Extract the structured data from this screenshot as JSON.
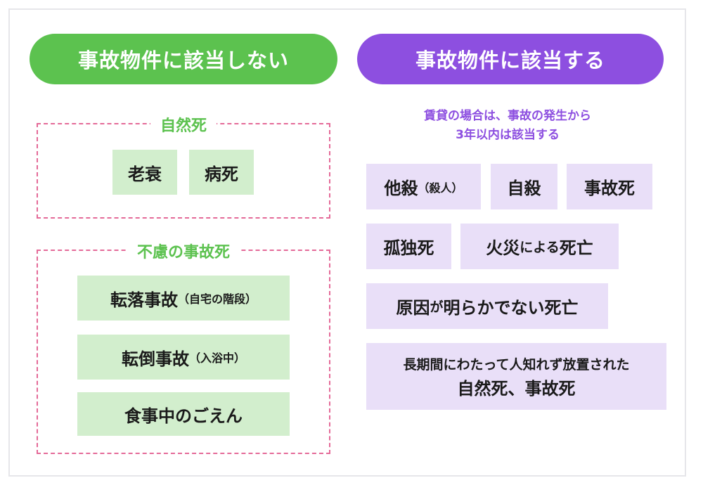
{
  "left": {
    "header": "事故物件に該当しない",
    "groups": [
      {
        "title": "自然死",
        "items": [
          {
            "main": "老衰"
          },
          {
            "main": "病死"
          }
        ]
      },
      {
        "title": "不慮の事故死",
        "items": [
          {
            "main": "転落事故",
            "note": "（自宅の階段）"
          },
          {
            "main": "転倒事故",
            "note": "（入浴中）"
          },
          {
            "main": "食事中のごえん"
          }
        ]
      }
    ]
  },
  "right": {
    "header": "事故物件に該当する",
    "note_line1": "賃貸の場合は、事故の発生から",
    "note_line2": "3年以内は該当する",
    "items": [
      {
        "main": "他殺",
        "note": "（殺人）"
      },
      {
        "main": "自殺"
      },
      {
        "main": "事故死"
      },
      {
        "main": "孤独死"
      },
      {
        "main": "火災",
        "mid": "による",
        "end": "死亡"
      },
      {
        "main": "原因",
        "mid": "が",
        "end": "明らかでない死亡"
      },
      {
        "line1": "長期間にわたって人知れず放置された",
        "line2": "自然死、事故死"
      }
    ]
  },
  "colors": {
    "green": "#5cc24f",
    "purple": "#8d4fe0",
    "dash": "#e46a98",
    "green_tag": "#d2eecd",
    "purple_tag": "#e9dff8"
  }
}
